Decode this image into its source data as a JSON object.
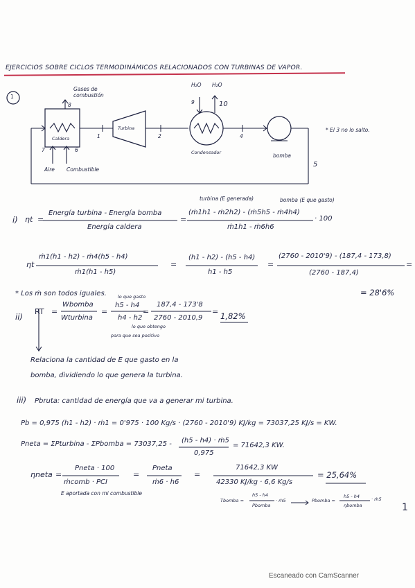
{
  "title": "EJERCICIOS SOBRE CICLOS TERMODINÁMICOS RELACIONADOS CON TURBINAS DE VAPOR.",
  "exercise_number": "1",
  "diagram": {
    "gases_label": "Gases de combustión",
    "flow_8": "8",
    "caldera_label": "Caldera",
    "flow_7": "7",
    "flow_6": "6",
    "aire_label": "Aire",
    "combustible_label": "Combustible",
    "turbina_label": "Turbina",
    "flow_1": "1",
    "flow_2": "2",
    "h2o_in": "H₂O",
    "h2o_out": "H₂O",
    "flow_9": "9",
    "flow_10": "10",
    "condensador_label": "Condensador",
    "flow_4": "4",
    "bomba_label": "bomba",
    "flow_5": "5",
    "note_3": "* El 3 no lo salto."
  },
  "part_i": {
    "label": "i)",
    "eta": "ηt",
    "num_text": "Energía turbina - Energía bomba",
    "den_text": "Energía caldera",
    "turbina_gen": "turbina (E generada)",
    "bomba_gasto": "bomba (E que gasto)",
    "num_formula": "(ṁ1h1 - ṁ2h2) - (ṁ5h5 - ṁ4h4)",
    "den_formula": "ṁ1h1 - ṁ6h6",
    "times_100": "· 100",
    "eta2": "ηt",
    "num2": "ṁ1(h1 - h2) - ṁ4(h5 - h4)",
    "den2": "ṁ1(h1 - h5)",
    "num3": "(h1 - h2) - (h5 - h4)",
    "den3": "h1 - h5",
    "num4": "(2760 - 2010'9) - (187,4 - 173,8)",
    "den4": "(2760 - 187,4)",
    "note_m": "* Los ṁ son todos iguales.",
    "result": "= 28'6%"
  },
  "part_ii": {
    "label": "ii)",
    "rt": "RT",
    "num_w": "Wbomba",
    "den_w": "Wturbina",
    "lo_que_gasto": "lo que gasto",
    "num_h": "h5 - h4",
    "den_h": "h4 - h2",
    "lo_que_obtengo": "lo que obtengo",
    "para_positivo": "para que sea positivo",
    "num_val": "187,4 - 173'8",
    "den_val": "2760 - 2010,9",
    "result": "1,82%",
    "explain_1": "Relaciona la cantidad de E que gasto en la",
    "explain_2": "bomba, dividiendo lo que genera la turbina."
  },
  "part_iii": {
    "label": "iii)",
    "def": "Pbruta: cantidad de energía que va a generar mi turbina.",
    "pb_eq": "Pb = 0,975 (h1 - h2) · ṁ1 = 0'975 · 100 Kg/s · (2760 - 2010'9) KJ/kg = 73037,25 KJ/s = KW.",
    "pneta_eq": "Pneta = ΣPturbina - ΣPbomba = 73037,25 -",
    "pneta_num": "(h5 - h4) · ṁ5",
    "pneta_den": "0,975",
    "pneta_res": "= 71642,3 KW.",
    "eta_neta": "ηneta",
    "en_num": "Pneta · 100",
    "en_den": "ṁcomb · PCI",
    "en_num2": "Pneta",
    "en_den2": "ṁ6 · h6",
    "en_num3": "71642,3 KW",
    "en_den3": "42330 KJ/kg · 6,6 Kg/s",
    "en_result": "= 25,64%",
    "e_aportada": "E aportada con mi combustible",
    "tbomba_label": "Tbomba =",
    "tb_num": "h5 - h4",
    "tb_den": "Pbomba",
    "tb_m": "· ṁ5",
    "pbomba_label": "Pbomba =",
    "pb2_num": "h5 - h4",
    "pb2_den": "ηbomba",
    "pb2_m": "· ṁ5",
    "page_number": "1"
  },
  "footer": "Escaneado con CamScanner"
}
